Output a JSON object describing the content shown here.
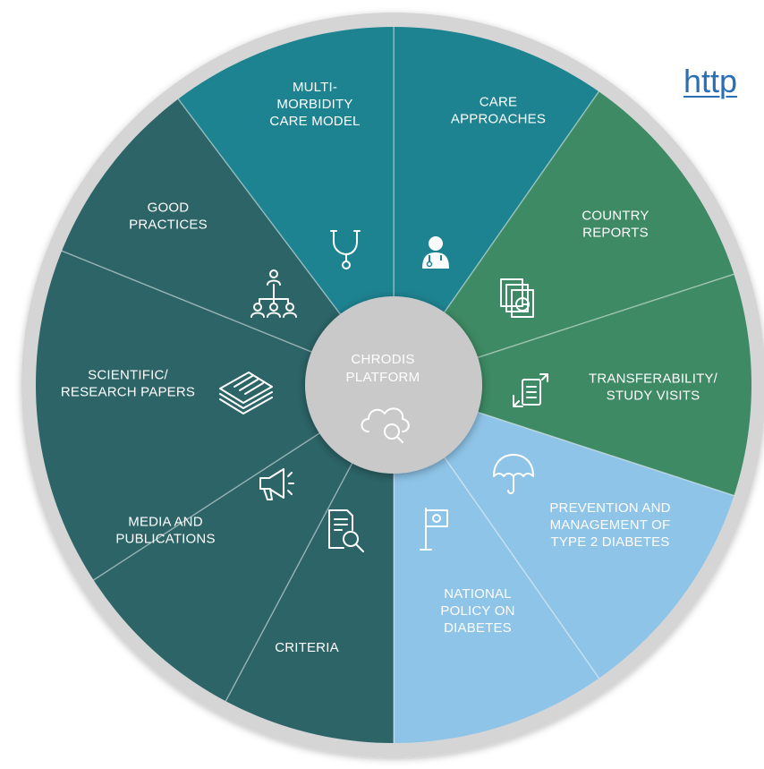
{
  "link_text": "http",
  "center": {
    "line1": "CHRODIS",
    "line2": "PLATFORM",
    "icon": "cloud-search-icon"
  },
  "segments": [
    {
      "id": "care-approaches",
      "lines": [
        "CARE",
        "APPROACHES"
      ],
      "color": "#1d8390",
      "icon": "doctor-icon"
    },
    {
      "id": "country-reports",
      "lines": [
        "COUNTRY",
        "REPORTS"
      ],
      "color": "#3d8a64",
      "icon": "report-pages-icon"
    },
    {
      "id": "transferability",
      "lines": [
        "TRANSFERABILITY/",
        "STUDY VISITS"
      ],
      "color": "#3d8a64",
      "icon": "document-transfer-icon"
    },
    {
      "id": "prevention-diabetes",
      "lines": [
        "PREVENTION AND",
        "MANAGEMENT OF",
        "TYPE 2 DIABETES"
      ],
      "color": "#8ec4e8",
      "icon": "umbrella-icon"
    },
    {
      "id": "national-policy",
      "lines": [
        "NATIONAL",
        "POLICY ON",
        "DIABETES"
      ],
      "color": "#8ec4e8",
      "icon": "flag-icon"
    },
    {
      "id": "criteria",
      "lines": [
        "CRITERIA"
      ],
      "color": "#2c6467",
      "icon": "document-search-icon"
    },
    {
      "id": "media-publications",
      "lines": [
        "MEDIA AND",
        "PUBLICATIONS"
      ],
      "color": "#2c6467",
      "icon": "megaphone-icon"
    },
    {
      "id": "scientific-papers",
      "lines": [
        "SCIENTIFIC/",
        "RESEARCH PAPERS"
      ],
      "color": "#2c6467",
      "icon": "papers-stack-icon"
    },
    {
      "id": "good-practices",
      "lines": [
        "GOOD",
        "PRACTICES"
      ],
      "color": "#2c6467",
      "icon": "people-network-icon"
    },
    {
      "id": "multimorbidity",
      "lines": [
        "MULTI-",
        "MORBIDITY",
        "CARE MODEL"
      ],
      "color": "#1d8390",
      "icon": "stethoscope-icon"
    }
  ],
  "colors": {
    "rim": "#d5d5d5",
    "hub": "#c9c9c9",
    "divider": "#ffffff",
    "link": "#2a6fb5"
  }
}
